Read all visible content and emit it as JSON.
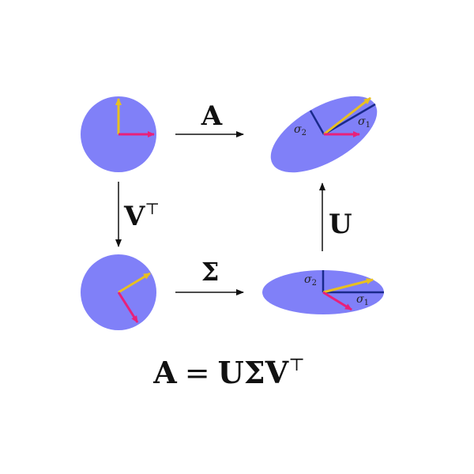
{
  "colors": {
    "shape_fill": "#8080f8",
    "vector_yellow": "#e8c020",
    "vector_magenta": "#e8207a",
    "axis_navy": "#1a2a8c",
    "arrow": "#111111",
    "background": "#ffffff"
  },
  "labels": {
    "map_a": "A",
    "map_vt": "V",
    "map_vt_sup": "⊤",
    "map_sigma": "Σ",
    "map_u": "U",
    "equation_a": "A",
    "equation_eq": "=",
    "equation_rhs": "UΣV",
    "equation_sup": "⊤"
  },
  "singular_values": {
    "sigma1_label": "σ",
    "sigma1_sub": "1",
    "sigma2_label": "σ",
    "sigma2_sub": "2"
  }
}
